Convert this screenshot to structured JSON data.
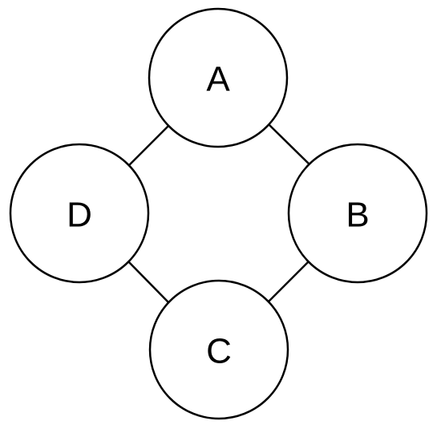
{
  "nodes": [
    {
      "id": "A",
      "label": "A"
    },
    {
      "id": "B",
      "label": "B"
    },
    {
      "id": "C",
      "label": "C"
    },
    {
      "id": "D",
      "label": "D"
    }
  ],
  "edges": [
    {
      "from": "A",
      "to": "B"
    },
    {
      "from": "B",
      "to": "C"
    },
    {
      "from": "C",
      "to": "D"
    },
    {
      "from": "D",
      "to": "A"
    }
  ],
  "colors": {
    "stroke": "#000000",
    "fill": "#ffffff",
    "text": "#000000"
  }
}
